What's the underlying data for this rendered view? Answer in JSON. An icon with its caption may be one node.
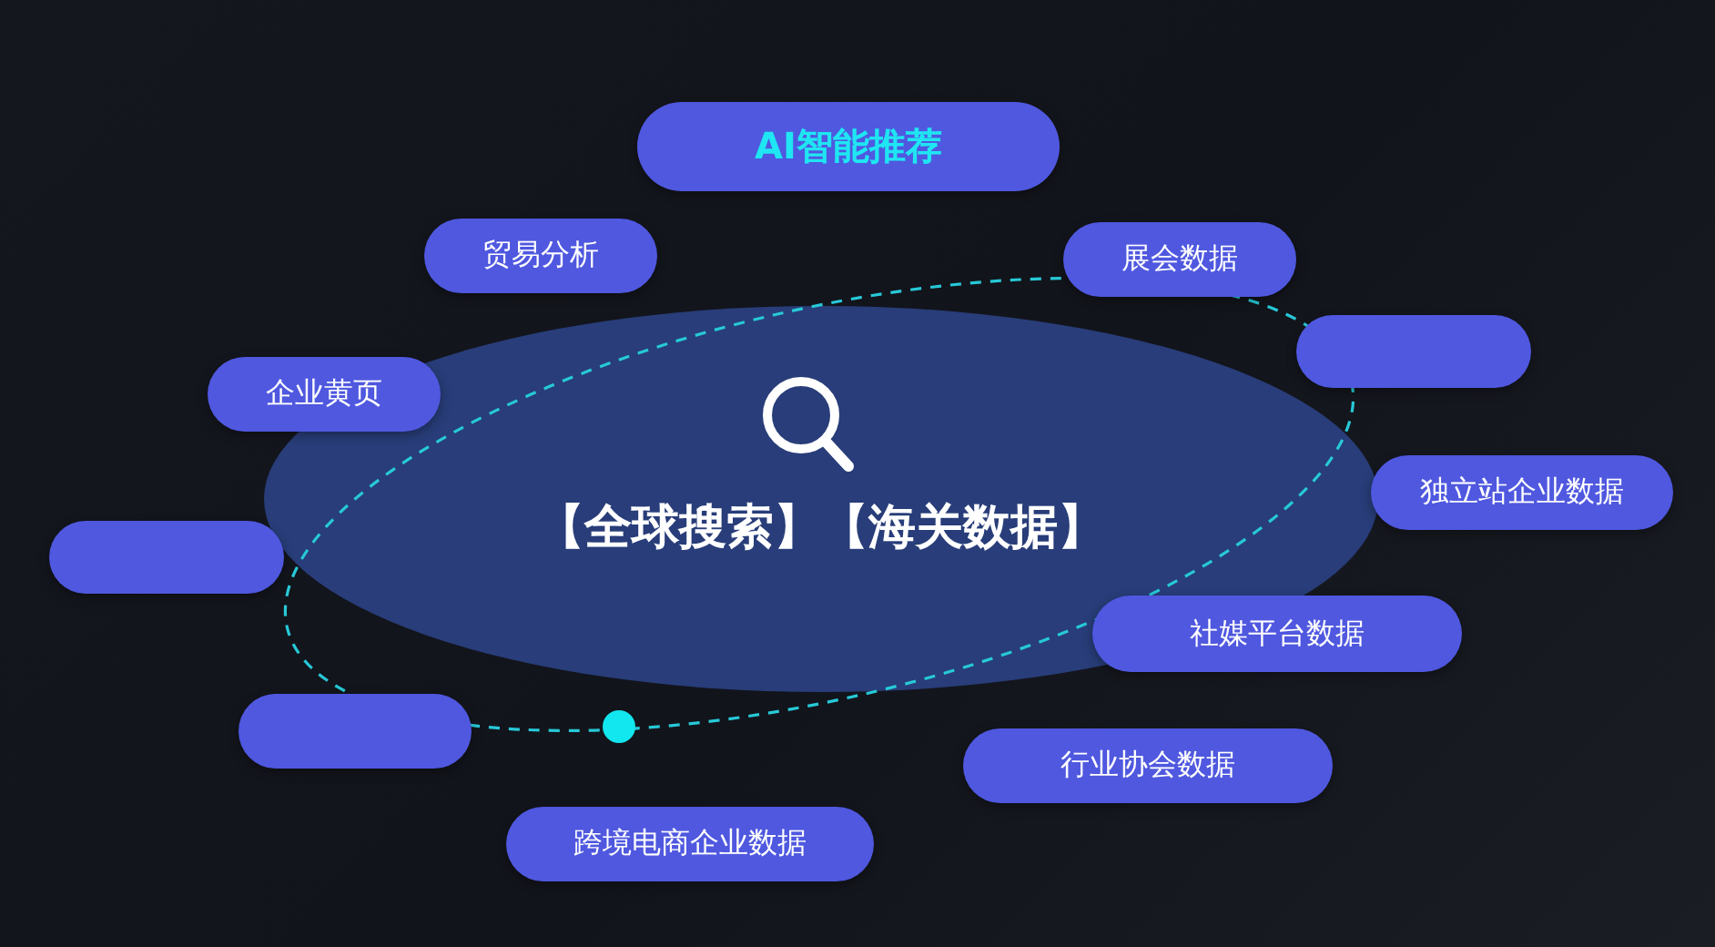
{
  "diagram": {
    "nodes": [
      {
        "text": [
          "【全球搜索】【海关数据】"
        ]
      },
      {
        "text": [
          "AI智能推荐"
        ]
      },
      {
        "text": [
          "贸易分析"
        ]
      },
      {
        "text": [
          "展会数据"
        ]
      },
      {
        "text": [],
        "shape": "pill"
      },
      {
        "text": [
          "企业黄页"
        ]
      },
      {
        "text": [
          "独立站企业数据"
        ]
      },
      {
        "text": [],
        "shape": "pill"
      },
      {
        "text": [
          "社媒平台数据"
        ]
      },
      {
        "text": [],
        "shape": "pill"
      },
      {
        "text": [
          "行业协会数据"
        ]
      },
      {
        "text": [
          "跨境电商企业数据"
        ]
      }
    ]
  }
}
